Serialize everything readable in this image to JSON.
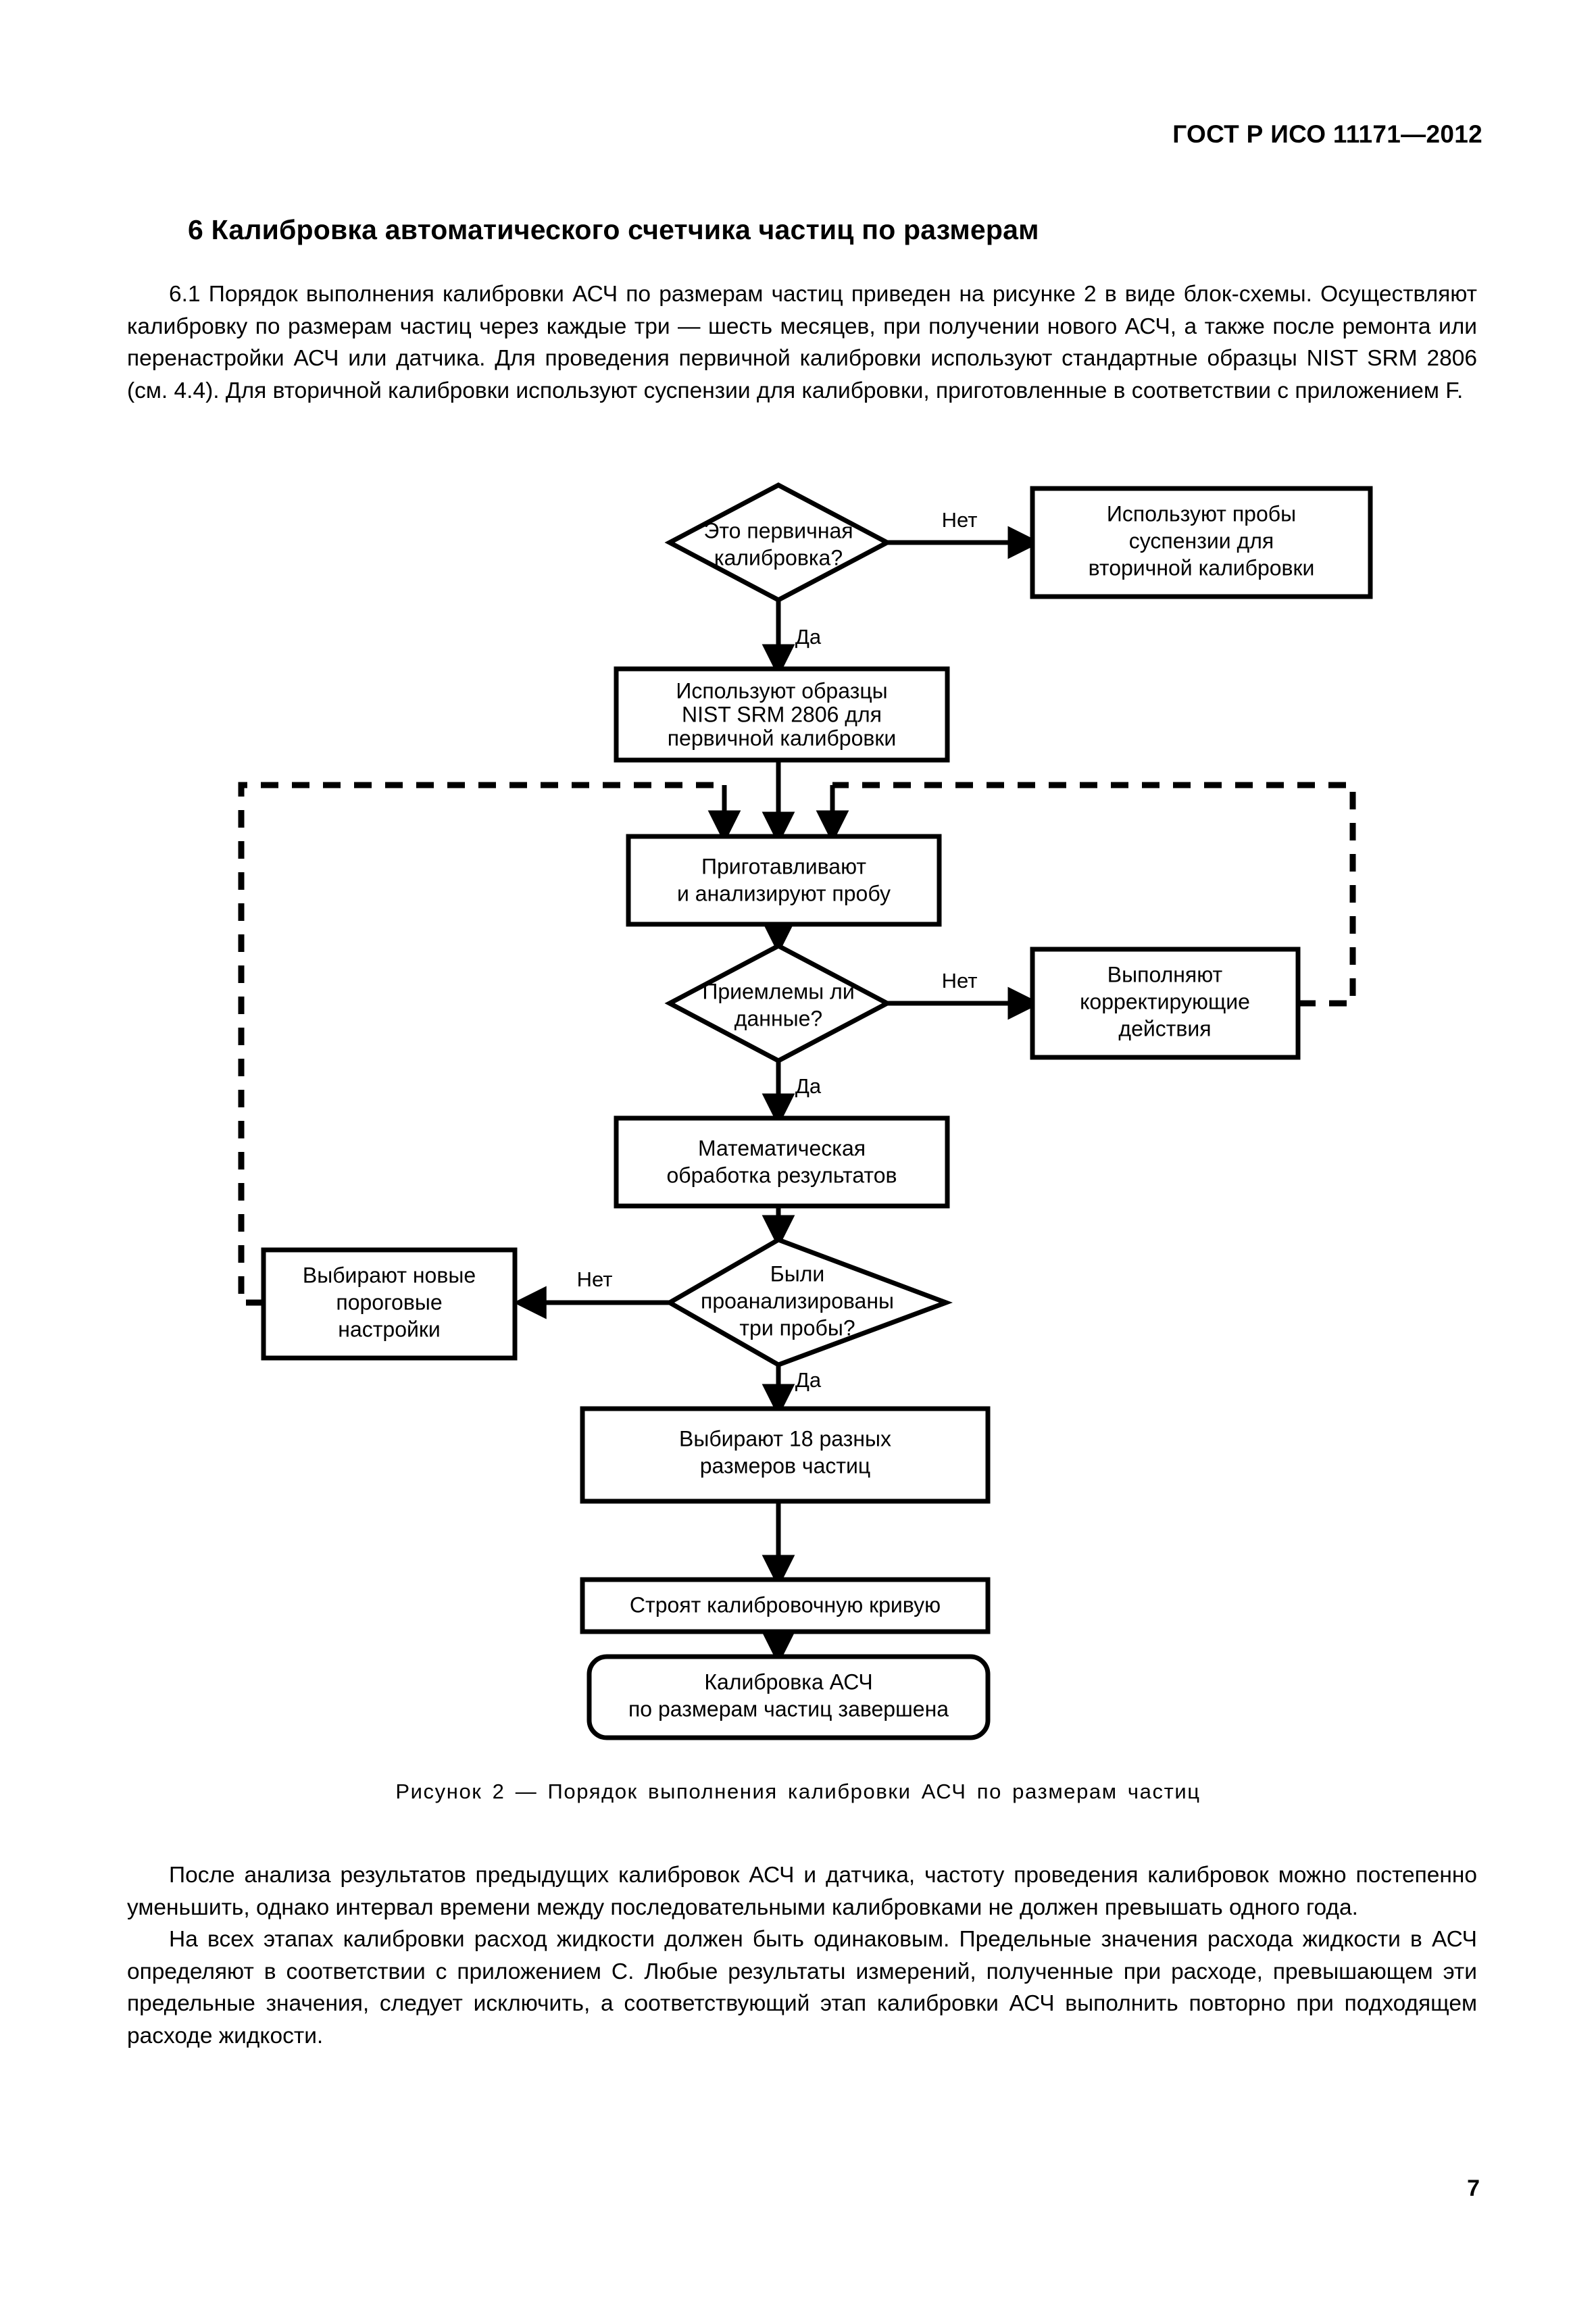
{
  "header": {
    "standard": "ГОСТ Р ИСО 11171—2012"
  },
  "section": {
    "title": "6 Калибровка автоматического счетчика частиц по размерам"
  },
  "intro": {
    "paragraph": "6.1 Порядок выполнения калибровки АСЧ по размерам частиц приведен на рисунке 2 в виде блок-схемы. Осуществляют калибровку по размерам частиц через каждые три — шесть месяцев, при получении нового АСЧ, а также после ремонта или перенастройки АСЧ или датчика. Для проведения первичной калибровки используют стандартные образцы NIST SRM 2806 (см. 4.4). Для вторичной калибровки используют суспензии для калибровки, приготовленные в соответствии с приложением F."
  },
  "figure": {
    "caption": "Рисунок 2 — Порядок выполнения калибровки АСЧ по размерам частиц",
    "nodes": {
      "decision_primary": {
        "shape": "diamond",
        "lines": [
          "Это первичная",
          "калибровка?"
        ]
      },
      "secondary_samples": {
        "shape": "rect",
        "lines": [
          "Используют пробы",
          "суспензии для",
          "вторичной калибровки"
        ]
      },
      "primary_samples": {
        "shape": "rect",
        "lines": [
          "Используют образцы",
          "NIST SRM 2806 для",
          "первичной калибровки"
        ]
      },
      "prepare_analyze": {
        "shape": "rect",
        "lines": [
          "Приготавливают",
          "и анализируют пробу"
        ]
      },
      "decision_acceptable": {
        "shape": "diamond",
        "lines": [
          "Приемлемы ли",
          "данные?"
        ]
      },
      "corrective_actions": {
        "shape": "rect",
        "lines": [
          "Выполняют",
          "корректирующие",
          "действия"
        ]
      },
      "math_processing": {
        "shape": "rect",
        "lines": [
          "Математическая",
          "обработка результатов"
        ]
      },
      "decision_three_samples": {
        "shape": "diamond",
        "lines": [
          "Были",
          "проанализированы",
          "три пробы?"
        ]
      },
      "new_thresholds": {
        "shape": "rect",
        "lines": [
          "Выбирают новые",
          "пороговые",
          "настройки"
        ]
      },
      "choose_sizes": {
        "shape": "rect",
        "lines": [
          "Выбирают 18 разных",
          "размеров частиц"
        ]
      },
      "build_curve": {
        "shape": "rect",
        "lines": [
          "Строят калибровочную кривую"
        ]
      },
      "done": {
        "shape": "rounded-rect",
        "lines": [
          "Калибровка АСЧ",
          "по размерам частиц завершена"
        ]
      }
    },
    "edge_labels": {
      "primary_no": "Нет",
      "primary_yes": "Да",
      "acceptable_no": "Нет",
      "acceptable_yes": "Да",
      "three_no": "Нет",
      "three_yes": "Да"
    }
  },
  "closing": {
    "paragraph1": "После анализа результатов предыдущих калибровок АСЧ и датчика, частоту проведения калибровок можно постепенно уменьшить, однако интервал времени между последовательными калибровками не должен превышать одного года.",
    "paragraph2": "На всех этапах калибровки расход жидкости должен быть одинаковым. Предельные значения расхода жидкости в АСЧ определяют в соответствии с приложением С. Любые результаты измерений, полученные при расходе, превышающем эти предельные значения, следует исключить, а соответствующий этап калибровки АСЧ выполнить повторно при подходящем расходе жидкости."
  },
  "footer": {
    "page_number": "7"
  }
}
